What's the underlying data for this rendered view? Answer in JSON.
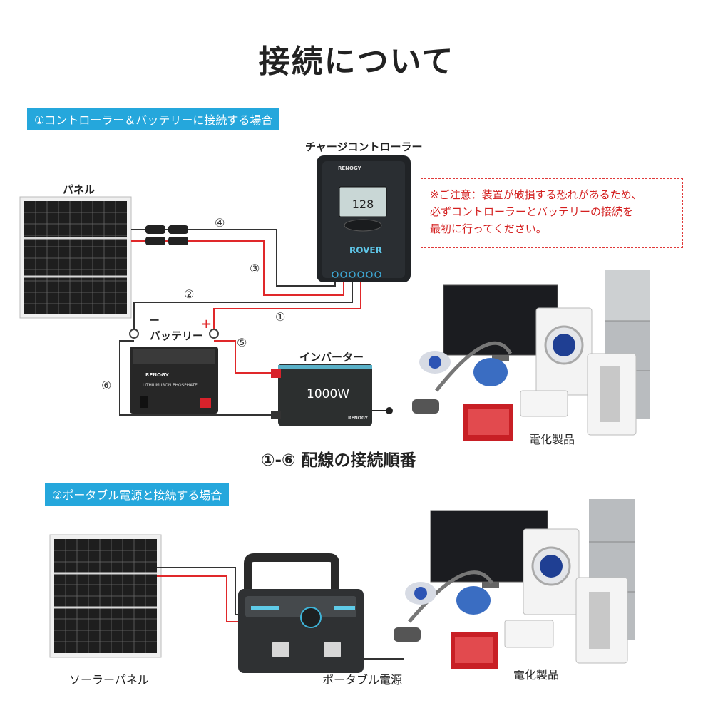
{
  "title": "接続について",
  "section1": {
    "label": "①コントローラー＆バッテリーに接続する場合",
    "panel_label": "パネル",
    "controller_label": "チャージコントローラー",
    "controller_brand": "RENOGY",
    "controller_model": "ROVER",
    "controller_display": "128",
    "battery_label": "バッテリー",
    "battery_brand": "RENOGY",
    "battery_type": "LITHIUM IRON PHOSPHATE",
    "inverter_label": "インバーター",
    "inverter_power": "1000W",
    "inverter_brand": "RENOGY",
    "wire_numbers": [
      "①",
      "②",
      "③",
      "④",
      "⑤",
      "⑥"
    ],
    "minus_sign": "−",
    "plus_sign": "+",
    "note_lines": [
      "※ご注意：装置が破損する恐れがあるため、",
      "必ずコントローラーとバッテリーの接続を",
      "最初に行ってください。"
    ],
    "order_caption": "①-⑥ 配線の接続順番",
    "appliances_label": "電化製品"
  },
  "section2": {
    "label": "②ポータブル電源と接続する場合",
    "panel_label": "ソーラーパネル",
    "station_label": "ポータブル電源",
    "appliances_label": "電化製品"
  },
  "colors": {
    "accent": "#25a7dc",
    "wire_red": "#e0282a",
    "wire_dark": "#333333",
    "note_red": "#d42020"
  }
}
